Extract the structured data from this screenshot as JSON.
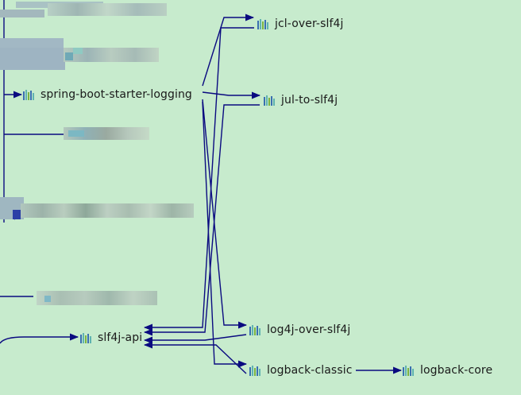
{
  "nodes": {
    "spring_boot_starter_logging": "spring-boot-starter-logging",
    "jcl_over_slf4j": "jcl-over-slf4j",
    "jul_to_slf4j": "jul-to-slf4j",
    "log4j_over_slf4j": "log4j-over-slf4j",
    "logback_classic": "logback-classic",
    "logback_core": "logback-core",
    "slf4j_api": "slf4j-api"
  },
  "colors": {
    "background": "#c7ebcd",
    "edge": "#0a0a80",
    "icon_bar_blue": "#3a6fb0",
    "icon_bar_teal": "#5fb3b0",
    "icon_bar_green": "#7cb342"
  }
}
